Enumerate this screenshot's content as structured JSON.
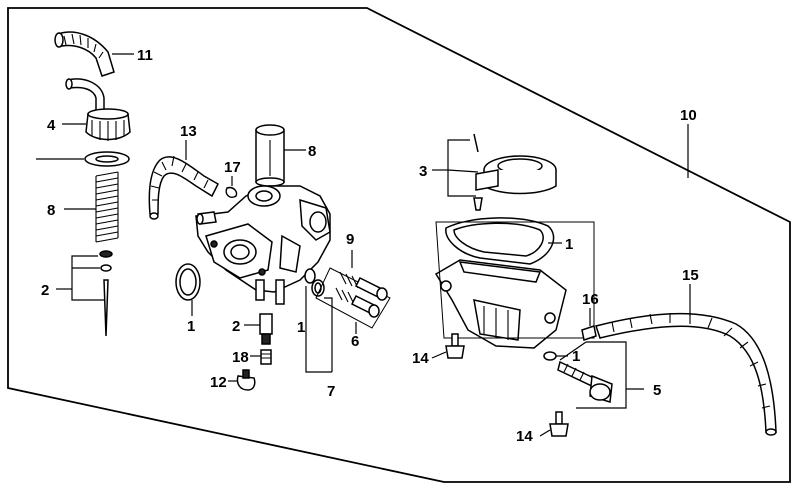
{
  "callouts": {
    "c1_sealing_ring": "1",
    "c1_gasket": "1",
    "c1_bowl_gasket": "1",
    "c1_oring": "1",
    "c2_needle": "2",
    "c2_jet": "2",
    "c3": "3",
    "c4": "4",
    "c5": "5",
    "c6": "6",
    "c7": "7",
    "c8_spring": "8",
    "c8_throttle": "8",
    "c9": "9",
    "c10": "10",
    "c11": "11",
    "c12": "12",
    "c13": "13",
    "c14_a": "14",
    "c14_b": "14",
    "c15": "15",
    "c16": "16",
    "c17": "17",
    "c18": "18"
  }
}
